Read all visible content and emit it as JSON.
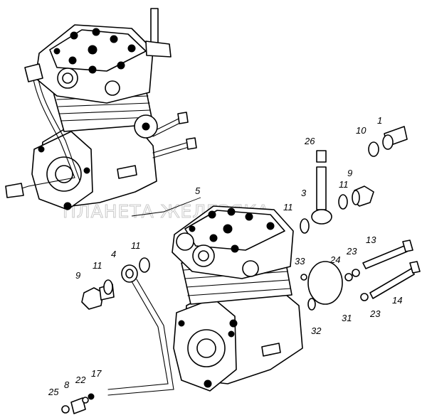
{
  "callouts": [
    {
      "key": "c1",
      "text": "1"
    },
    {
      "key": "c10",
      "text": "10"
    },
    {
      "key": "c26",
      "text": "26"
    },
    {
      "key": "c5",
      "text": "5"
    },
    {
      "key": "c3",
      "text": "3"
    },
    {
      "key": "c11a",
      "text": "11"
    },
    {
      "key": "c9a",
      "text": "9"
    },
    {
      "key": "c11b",
      "text": "11"
    },
    {
      "key": "c11c",
      "text": "11"
    },
    {
      "key": "c4",
      "text": "4"
    },
    {
      "key": "c9b",
      "text": "9"
    },
    {
      "key": "c11d",
      "text": "11"
    },
    {
      "key": "c33",
      "text": "33"
    },
    {
      "key": "c24",
      "text": "24"
    },
    {
      "key": "c23a",
      "text": "23"
    },
    {
      "key": "c13",
      "text": "13"
    },
    {
      "key": "c14",
      "text": "14"
    },
    {
      "key": "c23b",
      "text": "23"
    },
    {
      "key": "c31",
      "text": "31"
    },
    {
      "key": "c32",
      "text": "32"
    },
    {
      "key": "c25",
      "text": "25"
    },
    {
      "key": "c8",
      "text": "8"
    },
    {
      "key": "c22",
      "text": "22"
    },
    {
      "key": "c17",
      "text": "17"
    }
  ],
  "watermark": "ПЛАНЕТА ЖЕЛЕЗЯКА"
}
